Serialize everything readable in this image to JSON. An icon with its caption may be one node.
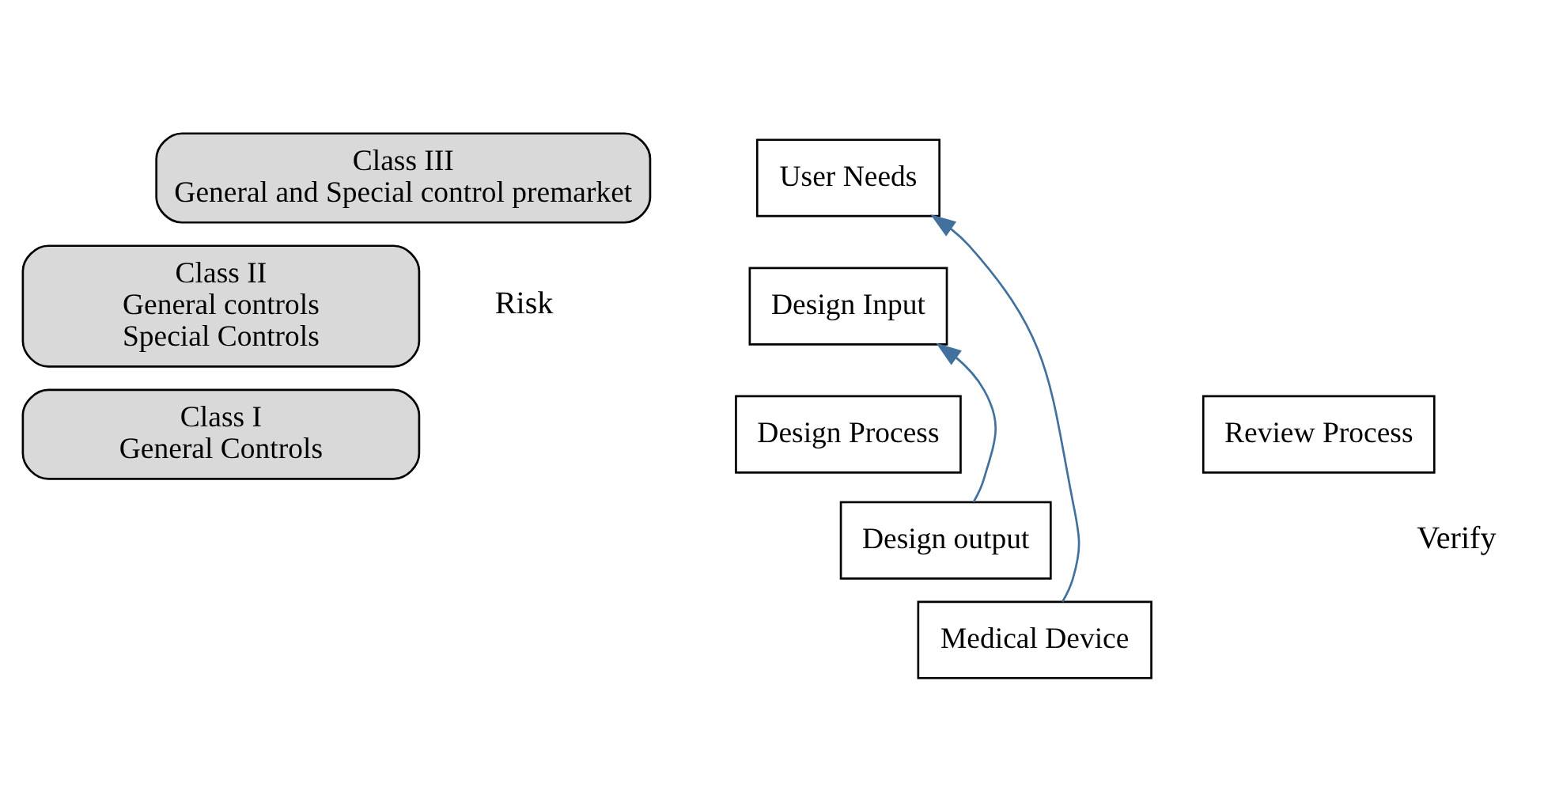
{
  "diagram": {
    "nodes": [
      {
        "text": [
          "Class III",
          "General and Special control premarket"
        ]
      },
      {
        "text": [
          "Class II",
          "General controls",
          "Special Controls"
        ]
      },
      {
        "text": [
          "Class I",
          "General Controls"
        ]
      },
      {
        "text": [
          "User Needs"
        ]
      },
      {
        "text": [
          "Design Input"
        ]
      },
      {
        "text": [
          "Design Process"
        ]
      },
      {
        "text": [
          "Design output"
        ]
      },
      {
        "text": [
          "Medical Device"
        ]
      },
      {
        "text": [
          "Review Process"
        ]
      }
    ],
    "edges": [
      {
        "from": 7,
        "to": 3,
        "arrow": "to"
      },
      {
        "from": 6,
        "to": 4,
        "arrow": "to"
      }
    ],
    "labels": [
      "Risk",
      "Verify"
    ]
  }
}
